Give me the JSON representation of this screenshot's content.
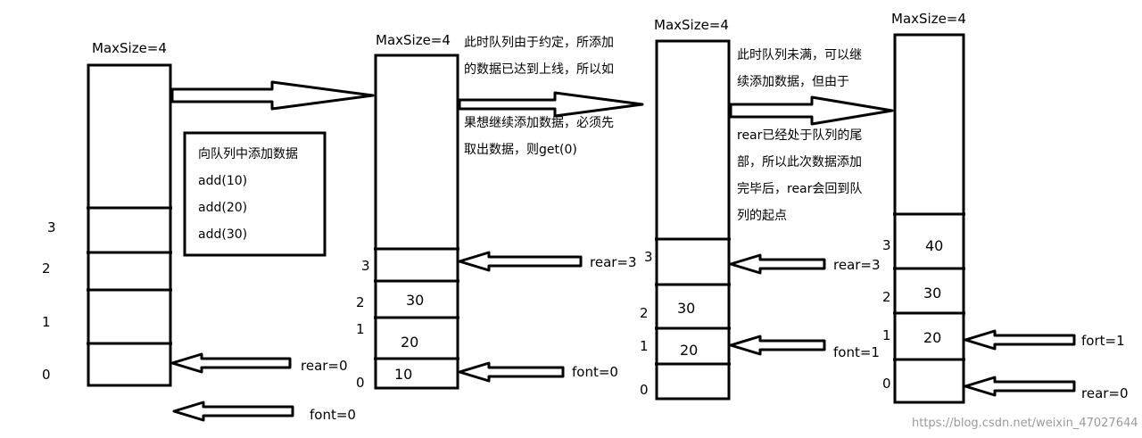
{
  "queues": [
    {
      "max_label": "MaxSize=4",
      "index_labels": [
        "3",
        "2",
        "1",
        "0"
      ],
      "cells": [
        "",
        "",
        "",
        ""
      ],
      "pointers": [
        {
          "label": "rear=0",
          "target": "cell-0"
        },
        {
          "label": "font=0",
          "target": "below"
        }
      ]
    },
    {
      "max_label": "MaxSize=4",
      "index_labels": [
        "3",
        "2",
        "1",
        "0"
      ],
      "cells": [
        "",
        "30",
        "20",
        "10"
      ],
      "pointers": [
        {
          "label": "rear=3",
          "target": "cell-3"
        },
        {
          "label": "font=0",
          "target": "cell-0"
        }
      ]
    },
    {
      "max_label": "MaxSize=4",
      "index_labels": [
        "3",
        "2",
        "1",
        "0"
      ],
      "cells": [
        "",
        "30",
        "20",
        ""
      ],
      "pointers": [
        {
          "label": "rear=3",
          "target": "cell-3"
        },
        {
          "label": "font=1",
          "target": "cell-1"
        }
      ]
    },
    {
      "max_label": "MaxSize=4",
      "index_labels": [
        "3",
        "2",
        "1",
        "0"
      ],
      "cells": [
        "40",
        "30",
        "20",
        ""
      ],
      "pointers": [
        {
          "label": "fort=1",
          "target": "cell-1"
        },
        {
          "label": "rear=0",
          "target": "cell-0"
        }
      ]
    }
  ],
  "operation_box": {
    "lines": [
      "向队列中添加数据",
      "add(10)",
      "add(20)",
      "add(30)"
    ]
  },
  "notes": [
    {
      "lines": [
        "此时队列由于约定，所添加",
        "的数据已达到上线，所以如",
        "",
        "果想继续添加数据，必须先",
        "取出数据，则get(0)"
      ]
    },
    {
      "lines": [
        "此时队列未满，可以继",
        "续添加数据，但由于",
        "",
        "rear已经处于队列的尾",
        "部，所以此次数据添加",
        "完毕后，rear会回到队",
        "列的起点"
      ]
    }
  ],
  "watermark": "https://blog.csdn.net/weixin_47027644"
}
